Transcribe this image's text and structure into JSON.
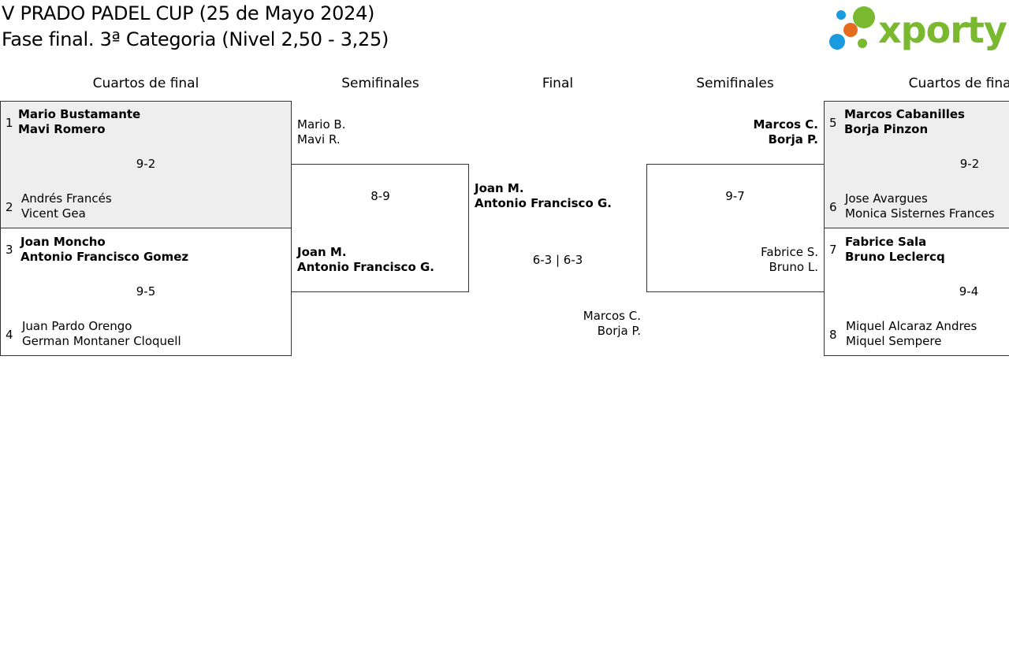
{
  "header": {
    "title_line1": "V PRADO PADEL CUP (25 de Mayo 2024)",
    "title_line2": "Fase final. 3ª Categoria (Nivel 2,50 - 3,25)",
    "logo_text": "xporty",
    "logo_colors": {
      "blue": "#1a9be0",
      "orange": "#e56b1f",
      "green": "#7ab82f"
    }
  },
  "columns": {
    "qf_left": "Cuartos de final",
    "sf_left": "Semifinales",
    "final": "Final",
    "sf_right": "Semifinales",
    "qf_right": "Cuartos de final"
  },
  "left_qf": [
    {
      "top_seed": "1",
      "top_p1": "Mario Bustamante",
      "top_p2": "Mavi Romero",
      "score": "9-2",
      "bot_seed": "2",
      "bot_p1": "Andrés Francés",
      "bot_p2": "Vicent Gea"
    },
    {
      "top_seed": "3",
      "top_p1": "Joan Moncho",
      "top_p2": "Antonio Francisco Gomez",
      "score": "9-5",
      "bot_seed": "4",
      "bot_p1": "Juan Pardo Orengo",
      "bot_p2": "German Montaner Cloquell"
    }
  ],
  "right_qf": [
    {
      "top_seed": "5",
      "top_p1": "Marcos Cabanilles",
      "top_p2": "Borja Pinzon",
      "score": "9-2",
      "bot_seed": "6",
      "bot_p1": "Jose Avargues",
      "bot_p2": "Monica Sisternes Frances"
    },
    {
      "top_seed": "7",
      "top_p1": "Fabrice Sala",
      "top_p2": "Bruno Leclercq",
      "score": "9-4",
      "bot_seed": "8",
      "bot_p1": "Miquel Alcaraz Andres",
      "bot_p2": "Miquel Sempere"
    }
  ],
  "left_sf": {
    "top_p1": "Mario B.",
    "top_p2": "Mavi R.",
    "score": "8-9",
    "bot_p1": "Joan M.",
    "bot_p2": "Antonio Francisco G."
  },
  "right_sf": {
    "top_p1": "Marcos C.",
    "top_p2": "Borja P.",
    "score": "9-7",
    "bot_p1": "Fabrice S.",
    "bot_p2": "Bruno L."
  },
  "final": {
    "top_p1": "Joan M.",
    "top_p2": "Antonio Francisco G.",
    "score": "6-3 | 6-3",
    "bot_p1": "Marcos C.",
    "bot_p2": "Borja P."
  }
}
